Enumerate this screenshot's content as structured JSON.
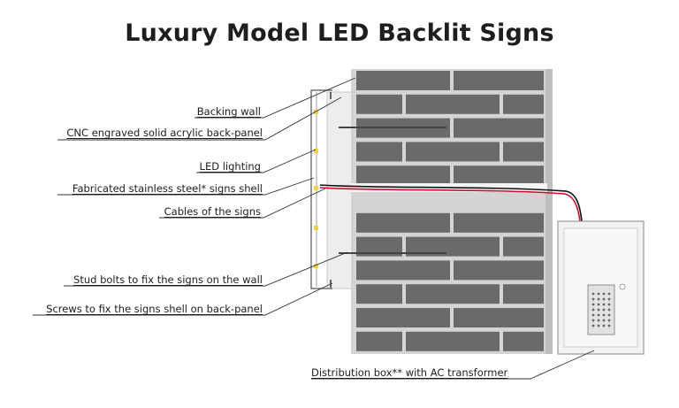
{
  "title": "Luxury Model LED Backlit Signs",
  "labels": {
    "backing_wall": "Backing wall",
    "acrylic_panel": "CNC engraved solid acrylic back-panel",
    "led_lighting": "LED lighting",
    "steel_shell": "Fabricated stainless steel* signs shell",
    "cables": "Cables of the signs",
    "stud_bolts": "Stud bolts to fix the signs on the wall",
    "screws": "Screws to fix the signs shell on back-panel",
    "distribution_box": "Distribution box** with AC transformer"
  },
  "colors": {
    "brick": "#6a6a6a",
    "mortar": "#cfcfcf",
    "cable_red": "#c8102e",
    "leader": "#333333",
    "box_fill": "#f2f2f2"
  }
}
